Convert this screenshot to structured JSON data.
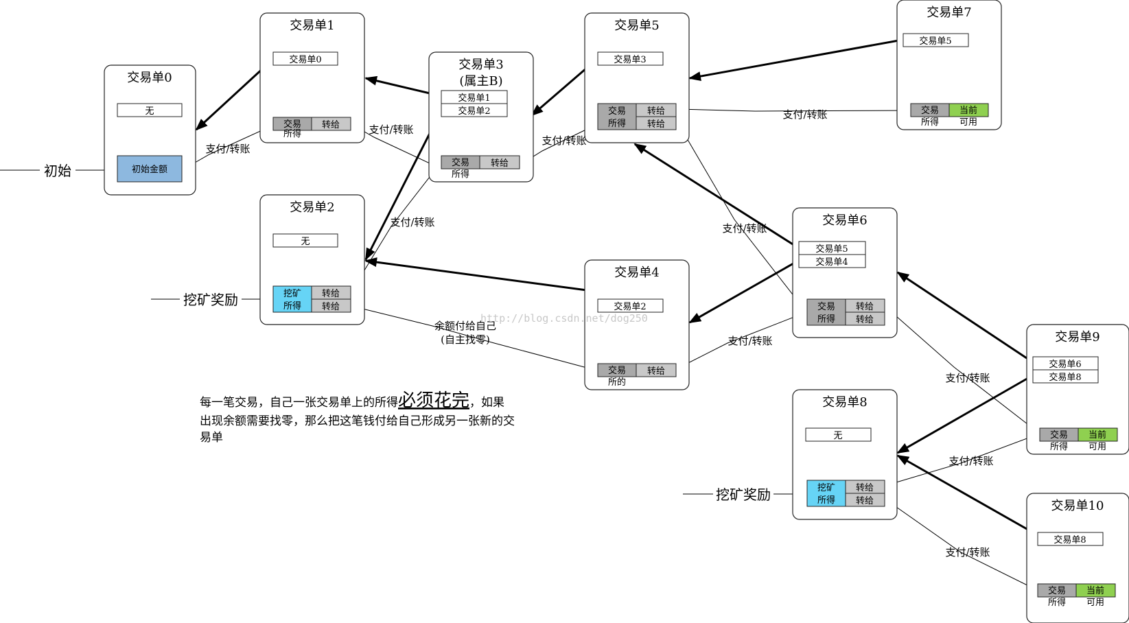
{
  "colors": {
    "gray": "#a9a9a9",
    "light_gray": "#c8c8c8",
    "blue_initial": "#8db8df",
    "cyan_mining": "#66d4f6",
    "green_available": "#8fd050"
  },
  "nodes": [
    {
      "id": "tx0",
      "title": "交易单0",
      "refs": [
        "无"
      ],
      "cells": [
        [
          "初始金额"
        ]
      ]
    },
    {
      "id": "tx1",
      "title": "交易单1",
      "refs": [
        "交易单0"
      ],
      "cells": [
        [
          "交易\n所得",
          "转给"
        ]
      ]
    },
    {
      "id": "tx2",
      "title": "交易单2",
      "refs": [
        "无"
      ],
      "cells": [
        [
          "挖矿\n所得",
          "转给",
          "转给"
        ]
      ]
    },
    {
      "id": "tx3",
      "title": "交易单3",
      "subtitle": "(属主B)",
      "refs": [
        "交易单1",
        "交易单2"
      ],
      "cells": [
        [
          "交易\n所得",
          "转给"
        ]
      ]
    },
    {
      "id": "tx4",
      "title": "交易单4",
      "refs": [
        "交易单2"
      ],
      "cells": [
        [
          "交易\n所的",
          "转给"
        ]
      ]
    },
    {
      "id": "tx5",
      "title": "交易单5",
      "refs": [
        "交易单3"
      ],
      "cells": [
        [
          "交易\n所得",
          "转给",
          "转给"
        ]
      ]
    },
    {
      "id": "tx6",
      "title": "交易单6",
      "refs": [
        "交易单5",
        "交易单4"
      ],
      "cells": [
        [
          "交易\n所得",
          "转给",
          "转给"
        ]
      ]
    },
    {
      "id": "tx7",
      "title": "交易单7",
      "refs": [
        "交易单5"
      ],
      "cells": [
        [
          "交易\n所得",
          "当前\n可用"
        ]
      ]
    },
    {
      "id": "tx8",
      "title": "交易单8",
      "refs": [
        "无"
      ],
      "cells": [
        [
          "挖矿\n所得",
          "转给",
          "转给"
        ]
      ]
    },
    {
      "id": "tx9",
      "title": "交易单9",
      "refs": [
        "交易单6",
        "交易单8"
      ],
      "cells": [
        [
          "交易\n所得",
          "当前\n可用"
        ]
      ]
    },
    {
      "id": "tx10",
      "title": "交易单10",
      "refs": [
        "交易单8"
      ],
      "cells": [
        [
          "交易\n所得",
          "当前\n可用"
        ]
      ]
    }
  ],
  "labels": {
    "initial": "初始",
    "mining_reward_1": "挖矿奖励",
    "mining_reward_2": "挖矿奖励",
    "pay_transfer": "支付/转账",
    "change_line1": "余额付给自己",
    "change_line2": "(自主找零)"
  },
  "note": {
    "line1_pre": "每一笔交易，自己一张交易单上的所得",
    "line1_em": "必须花完",
    "line1_post": "，如果",
    "line2": "出现余额需要找零，那么把这笔钱付给自己形成另一张新的交",
    "line3": "易单"
  },
  "watermark": "http://blog.csdn.net/dog250"
}
